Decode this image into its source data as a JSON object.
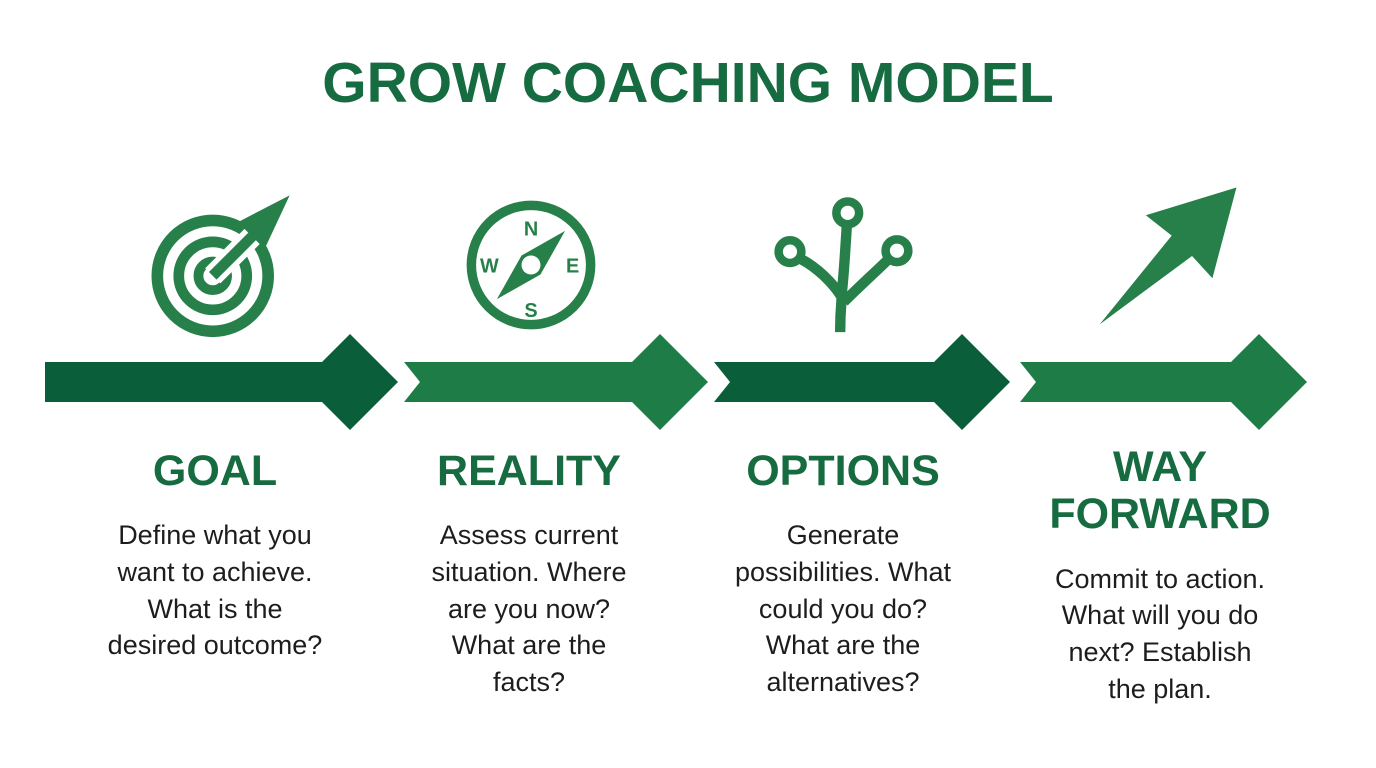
{
  "title": "GROW COACHING MODEL",
  "colors": {
    "green_dark": "#0b5e3a",
    "green_medium": "#1e7d47",
    "green_icon": "#27804a",
    "green_heading": "#166b40",
    "text_dark": "#1d1d1d",
    "background": "#ffffff"
  },
  "stages": [
    {
      "id": "goal",
      "icon": "target-icon",
      "heading": "GOAL",
      "description": "Define what you\nwant to achieve.\nWhat is the\ndesired outcome?"
    },
    {
      "id": "reality",
      "icon": "compass-icon",
      "heading": "REALITY",
      "description": "Assess current\nsituation. Where\nare you now?\nWhat are the\nfacts?"
    },
    {
      "id": "options",
      "icon": "branching-paths-icon",
      "heading": "OPTIONS",
      "description": "Generate\npossibilities. What\ncould you do?\nWhat are the\nalternatives?"
    },
    {
      "id": "way-forward",
      "icon": "upward-arrow-icon",
      "heading": "WAY\nFORWARD",
      "description": "Commit to action.\nWhat will you do\nnext? Establish\nthe plan."
    }
  ],
  "compass": {
    "north": "N",
    "east": "E",
    "south": "S",
    "west": "W"
  },
  "timeline": {
    "segment_count": 4,
    "segment_colors": [
      "#0b5e3a",
      "#1e7d47",
      "#0b5e3a",
      "#1e7d47"
    ],
    "direction": "left-to-right"
  }
}
